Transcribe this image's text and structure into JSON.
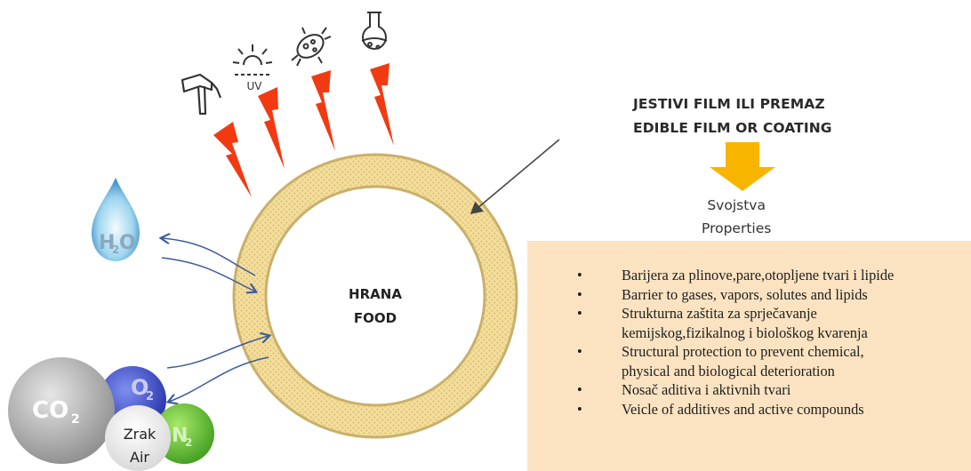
{
  "heading": {
    "line1": "JESTIVI FILM ILI PREMAZ",
    "line2": "EDIBLE FILM OR COATING"
  },
  "properties": {
    "line1": "Svojstva",
    "line2": "Properties"
  },
  "food": {
    "line1": "HRANA",
    "line2": "FOOD"
  },
  "icons": {
    "uv_label": "UV",
    "names": [
      "hammer-icon",
      "uv-sun-icon",
      "microbe-icon",
      "chemical-flask-icon",
      "water-drop-icon"
    ]
  },
  "molecules": {
    "water_h": "H",
    "water_sub": "2",
    "water_o": "O",
    "co2_main": "CO",
    "co2_sub": "2",
    "o2_main": "O",
    "o2_sub": "2",
    "n2_main": "N",
    "n2_sub": "2",
    "air_line1": "Zrak",
    "air_line2": "Air"
  },
  "bullet_symbol": "•",
  "bullets": [
    {
      "line1": "Barijera za plinove,pare,otopljene tvari i lipide",
      "line2": ""
    },
    {
      "line1": "Barrier to gases, vapors, solutes and lipids",
      "line2": ""
    },
    {
      "line1": "Strukturna zaštita za sprječavanje",
      "line2": "kemijskog,fizikalnog i biološkog kvarenja"
    },
    {
      "line1": "Structural protection to prevent chemical,",
      "line2": "physical and biological deterioration"
    },
    {
      "line1": "Nosač aditiva i aktivnih tvari",
      "line2": ""
    },
    {
      "line1": "Veicle of additives and active compounds",
      "line2": ""
    }
  ],
  "colors": {
    "ring_fill": "#f3dd9a",
    "ring_stroke": "#c9b06a",
    "lightning": "#f23a12",
    "arrow_yellow": "#f7b500",
    "panel_bg": "#fbe3c2",
    "flow_arrows": "#3b5a9a"
  }
}
